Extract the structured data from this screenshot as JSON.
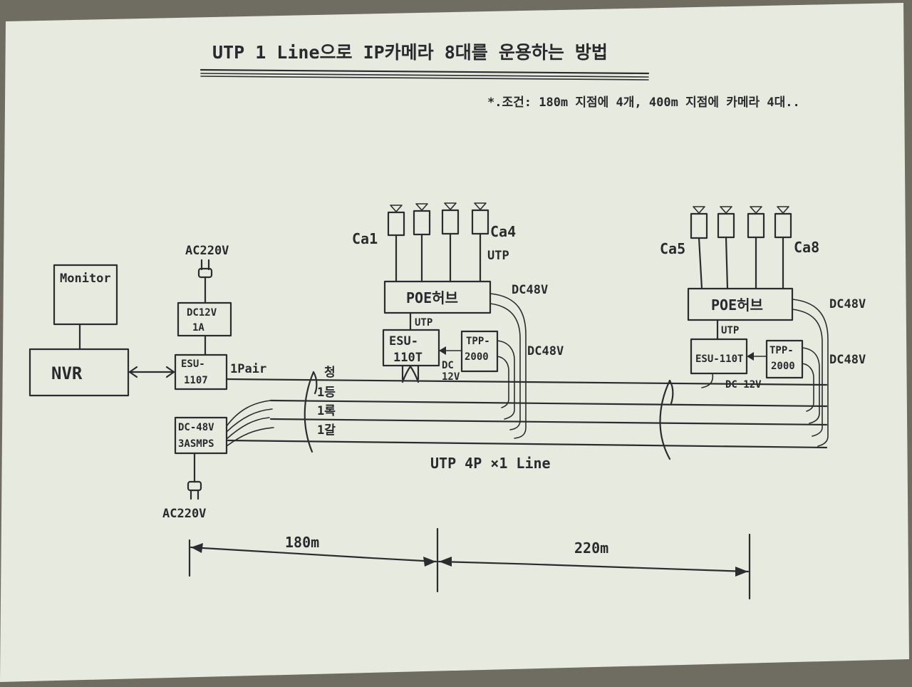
{
  "title": "UTP 1 Line으로 IP카메라 8대를 운용하는 방법",
  "condition": "*.조건: 180m 지점에 4개, 400m 지점에 카메라 4대..",
  "left_site": {
    "monitor": "Monitor",
    "nvr": "NVR",
    "ac_top": "AC220V",
    "adapter_line1": "DC12V",
    "adapter_line2": "1A",
    "esu_line1": "ESU-",
    "esu_line2": "1107",
    "pair": "1Pair",
    "smps_line1": "DC-48V",
    "smps_line2": "3ASMPS",
    "ac_bottom": "AC220V"
  },
  "cable_pairs": [
    "청",
    "1등",
    "1록",
    "1갈"
  ],
  "cable_label": "UTP 4P ×1 Line",
  "site1": {
    "cam_first": "Ca1",
    "cam_last": "Ca4",
    "utp": "UTP",
    "hub": "POE허브",
    "dc48_top": "DC48V",
    "hub_link": "UTP",
    "esu_line1": "ESU-",
    "esu_line2": "110T",
    "tpp_line1": "TPP-",
    "tpp_line2": "2000",
    "dc12_line1": "DC",
    "dc12_line2": "12V",
    "dc48_mid": "DC48V"
  },
  "site2": {
    "cam_first": "Ca5",
    "cam_last": "Ca8",
    "hub": "POE허브",
    "dc48_top": "DC48V",
    "hub_link": "UTP",
    "esu": "ESU-110T",
    "tpp_line1": "TPP-",
    "tpp_line2": "2000",
    "dc12": "DC 12V",
    "dc48_mid": "DC48V"
  },
  "distances": {
    "first": "180m",
    "second": "220m"
  }
}
